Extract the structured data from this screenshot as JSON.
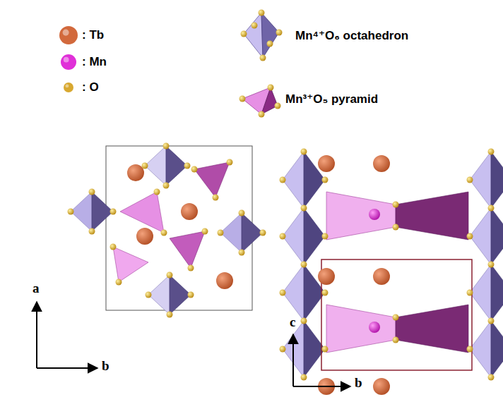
{
  "diagram": {
    "labels": [
      "a",
      "b",
      "c",
      "b"
    ],
    "legend": [
      {
        "text": ": Tb",
        "color": "#d2693c"
      },
      {
        "text": ": Mn",
        "color": "#e030d8"
      },
      {
        "text": ": O",
        "color": "#d8a830"
      },
      {
        "text": "Mn⁴⁺O₆ octahedron"
      },
      {
        "text": "Mn³⁺O₅ pyramid"
      }
    ]
  }
}
